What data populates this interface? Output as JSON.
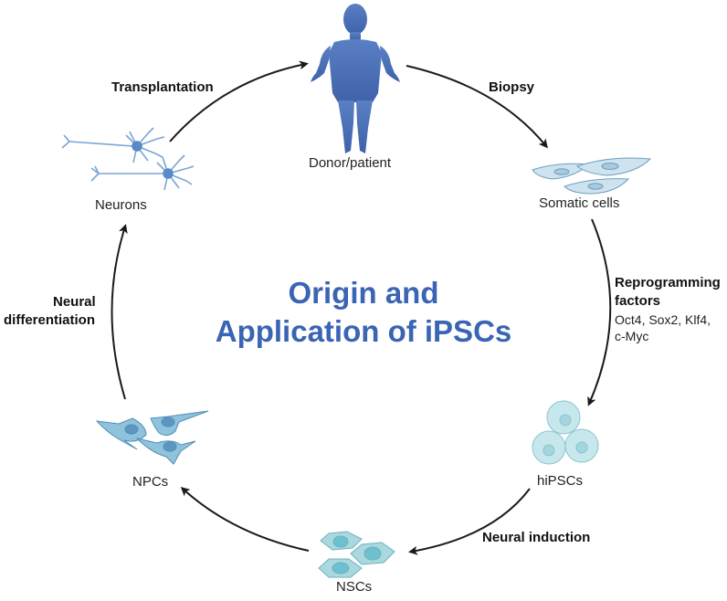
{
  "title": {
    "line1": "Origin and",
    "line2": "Application of iPSCs"
  },
  "nodes": {
    "donor": "Donor/patient",
    "somatic": "Somatic cells",
    "hipscs": "hiPSCs",
    "nscs": "NSCs",
    "npcs": "NPCs",
    "neurons": "Neurons"
  },
  "steps": {
    "biopsy": "Biopsy",
    "reprogramming_line1": "Reprogramming",
    "reprogramming_line2": "factors",
    "factors_line1": "Oct4, Sox2, Klf4,",
    "factors_line2": "c-Myc",
    "neural_induction": "Neural induction",
    "neural_diff_line1": "Neural",
    "neural_diff_line2": "differentiation",
    "transplantation": "Transplantation"
  },
  "colors": {
    "title": "#3a64b4",
    "human": "#4a6fb5",
    "somatic_fill": "#cfe3ee",
    "stem_fill": "#bfe4ea",
    "nsc_fill": "#a9d8df",
    "npc_fill": "#8fc3dc",
    "neuron": "#6d9ccf",
    "arrow": "#1a1a1a"
  }
}
